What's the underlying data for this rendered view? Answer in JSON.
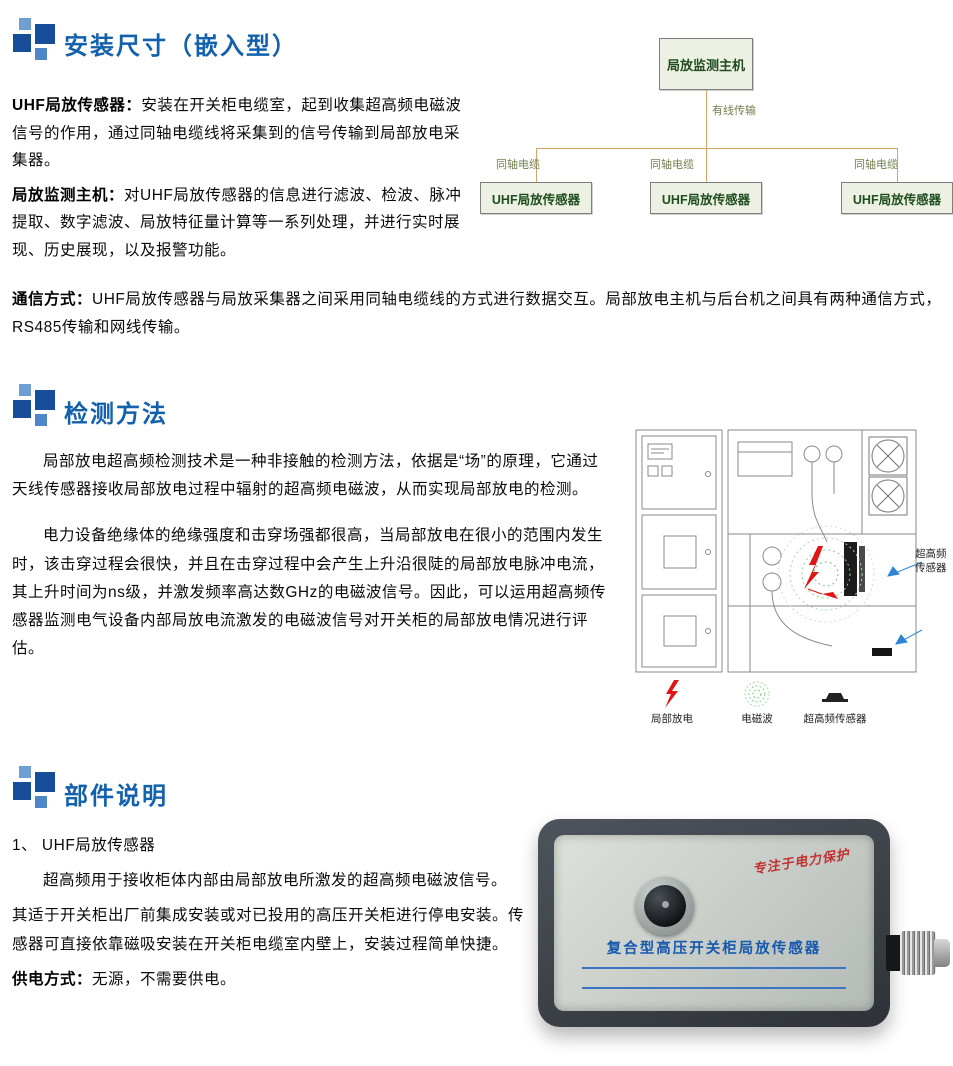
{
  "colors": {
    "heading_blue": "#1361ac",
    "icon_dark_blue": "#174e9a",
    "icon_light_blue": "#4c87c8",
    "diagram_line": "#d9a468",
    "diagram_box_fill": "#edf1e3",
    "diagram_text_green": "#1f4d1f",
    "discharge_red": "#e01515",
    "em_wave_green": "#8fce8f",
    "product_name_blue": "#1659ad",
    "slogan_red": "#c23030"
  },
  "sections": {
    "s1": {
      "title": "安装尺寸（嵌入型）",
      "p1_label": "UHF局放传感器：",
      "p1_text": "安装在开关柜电缆室，起到收集超高频电磁波信号的作用，通过同轴电缆线将采集到的信号传输到局部放电采集器。",
      "p2_label": "局放监测主机：",
      "p2_text": "对UHF局放传感器的信息进行滤波、检波、脉冲提取、数字滤波、局放特征量计算等一系列处理，并进行实时展现、历史展现，以及报警功能。",
      "p3_label": "通信方式：",
      "p3_text": "UHF局放传感器与局放采集器之间采用同轴电缆线的方式进行数据交互。局部放电主机与后台机之间具有两种通信方式，RS485传输和网线传输。",
      "diagram": {
        "host": "局放监测主机",
        "wired": "有线传输",
        "coax1": "同轴电缆",
        "coax2": "同轴电缆",
        "coax3": "同轴电缆",
        "sensor1": "UHF局放传感器",
        "sensor2": "UHF局放传感器",
        "sensor3": "UHF局放传感器"
      }
    },
    "s2": {
      "title": "检测方法",
      "p1": "局部放电超高频检测技术是一种非接触的检测方法，依据是“场”的原理，它通过天线传感器接收局部放电过程中辐射的超高频电磁波，从而实现局部放电的检测。",
      "p2": "电力设备绝缘体的绝缘强度和击穿场强都很高，当局部放电在很小的范围内发生时，该击穿过程会很快，并且在击穿过程中会产生上升沿很陡的局部放电脉冲电流，其上升时间为ns级，并激发频率高达数GHz的电磁波信号。因此，可以运用超高频传感器监测电气设备内部局放电流激发的电磁波信号对开关柜的局部放电情况进行评估。",
      "drawing": {
        "callout": "超高频传感器",
        "legend_pd": "局部放电",
        "legend_em": "电磁波",
        "legend_sensor": "超高频传感器"
      }
    },
    "s3": {
      "title": "部件说明",
      "item": "1、 UHF局放传感器",
      "p1": "超高频用于接收柜体内部由局部放电所激发的超高频电磁波信号。",
      "p2": "其适于开关柜出厂前集成安装或对已投用的高压开关柜进行停电安装。传感器可直接依靠磁吸安装在开关柜电缆室内壁上，安装过程简单快捷。",
      "p3_label": "供电方式：",
      "p3_text": "无源，不需要供电。",
      "product": {
        "slogan": "专注于电力保护",
        "name": "复合型高压开关柜局放传感器"
      }
    }
  }
}
